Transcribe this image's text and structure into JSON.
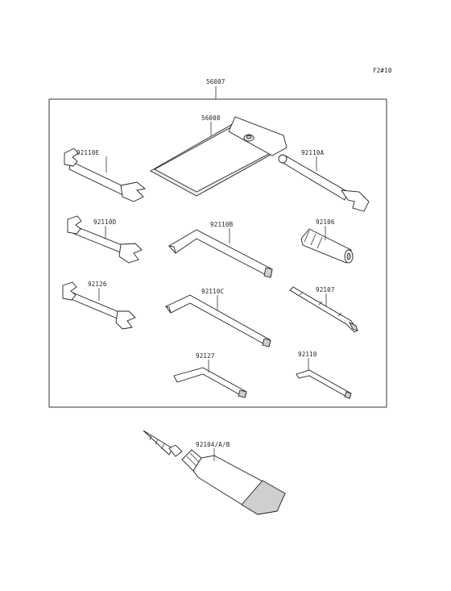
{
  "page_code": "F2#10",
  "kit_label": "56007",
  "callouts": {
    "c56008": "56008",
    "c92110E": "92110E",
    "c92110A": "92110A",
    "c92110D": "92110D",
    "c92110B": "92110B",
    "c92106": "92106",
    "c92126": "92126",
    "c92110C": "92110C",
    "c92107": "92107",
    "c92127": "92127",
    "c92110": "92110",
    "c92104": "92104/A/B"
  },
  "colors": {
    "line": "#222222",
    "paper": "#ffffff",
    "shade": "#cfcfcf"
  }
}
